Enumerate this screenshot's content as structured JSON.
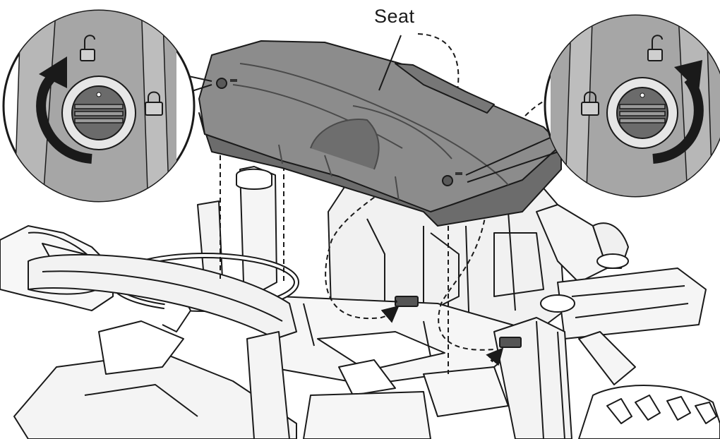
{
  "diagram": {
    "labels": {
      "seat": "Seat"
    },
    "icons": {
      "left_detail": [
        "unlock-icon",
        "lock-icon",
        "rotate-counterclockwise-arrow"
      ],
      "right_detail": [
        "unlock-icon",
        "lock-icon",
        "rotate-clockwise-arrow"
      ],
      "callouts": [
        "arrow-to-left-slot",
        "arrow-to-right-slot"
      ]
    },
    "colors": {
      "seat_fill": "#8a8a8a",
      "seat_dark": "#5f5f5f",
      "line": "#1a1a1a",
      "detail_bg": "#a9a9a9"
    }
  }
}
